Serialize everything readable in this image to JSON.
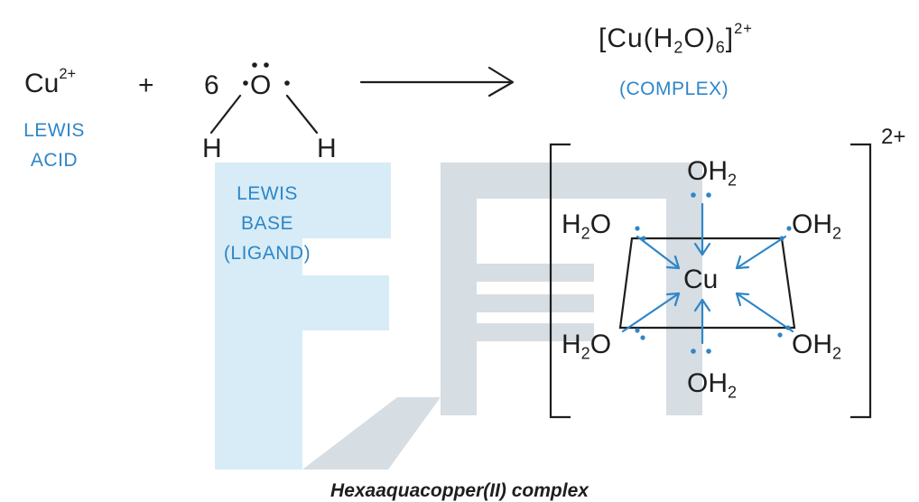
{
  "reaction": {
    "reactant1": {
      "symbol": "Cu",
      "charge": "2+",
      "label_line1": "LEWIS",
      "label_line2": "ACID"
    },
    "plus": "+",
    "reactant2": {
      "coefficient": "6",
      "central_atom": "O",
      "h_left": "H",
      "h_right": "H",
      "label_line1": "LEWIS",
      "label_line2": "BASE",
      "label_line3": "(LIGAND)"
    },
    "product": {
      "open_bracket": "[",
      "metal": "Cu",
      "paren_open": "(",
      "ligand_h": "H",
      "ligand_h_count": "2",
      "ligand_o": "O",
      "paren_close": ")",
      "count": "6",
      "close_bracket": "]",
      "charge": "2+",
      "label": "(COMPLEX)"
    }
  },
  "structure": {
    "central_atom": "Cu",
    "charge": "2+",
    "ligands": [
      {
        "position": "top",
        "oh": "OH",
        "sub": "2"
      },
      {
        "position": "upper-left",
        "h": "H",
        "sub": "2",
        "o": "O"
      },
      {
        "position": "upper-right",
        "oh": "OH",
        "sub": "2"
      },
      {
        "position": "lower-left",
        "h": "H",
        "sub": "2",
        "o": "O"
      },
      {
        "position": "lower-right",
        "oh": "OH",
        "sub": "2"
      },
      {
        "position": "bottom",
        "oh": "OH",
        "sub": "2"
      }
    ]
  },
  "caption": "Hexaaquacopper(II) complex",
  "colors": {
    "text": "#1e1e1e",
    "accent": "#2e86c8",
    "watermark_blue": "#d7ecf6",
    "watermark_grey": "#d6dde3"
  },
  "icons": {
    "watermark": "logo-watermark"
  }
}
